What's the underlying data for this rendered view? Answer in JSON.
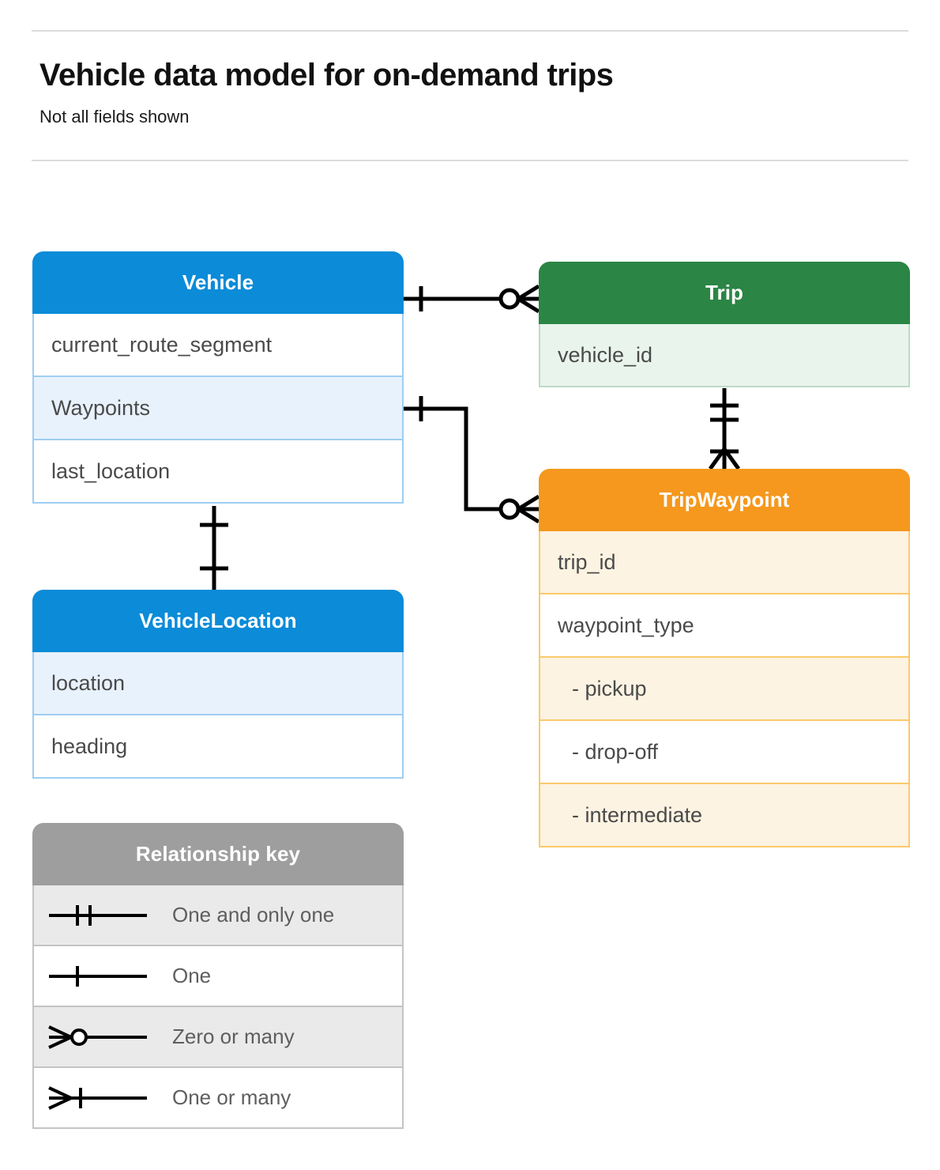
{
  "header": {
    "title": "Vehicle data model for on-demand trips",
    "subtitle": "Not all fields shown"
  },
  "colors": {
    "vehicle": "#0b8bd8",
    "trip": "#2b8545",
    "tripwaypoint": "#f5981d",
    "legend": "#9e9e9e",
    "connector": "#000000",
    "divider": "#dcdcdc"
  },
  "entities": {
    "vehicle": {
      "name": "Vehicle",
      "fields": [
        "current_route_segment",
        "Waypoints",
        "last_location"
      ]
    },
    "trip": {
      "name": "Trip",
      "fields": [
        "vehicle_id"
      ]
    },
    "tripwaypoint": {
      "name": "TripWaypoint",
      "fields": [
        "trip_id",
        "waypoint_type",
        "-  pickup",
        "-  drop-off",
        "-  intermediate"
      ]
    },
    "vehiclelocation": {
      "name": "VehicleLocation",
      "fields": [
        "location",
        "heading"
      ]
    }
  },
  "legend": {
    "title": "Relationship key",
    "items": [
      {
        "symbol": "one-and-only-one",
        "label": "One and only one"
      },
      {
        "symbol": "one",
        "label": "One"
      },
      {
        "symbol": "zero-or-many",
        "label": "Zero or many"
      },
      {
        "symbol": "one-or-many",
        "label": "One or many"
      }
    ]
  },
  "relationships": [
    {
      "from": "Vehicle",
      "to": "Trip",
      "from_cardinality": "one",
      "to_cardinality": "zero-or-many"
    },
    {
      "from": "Vehicle.Waypoints",
      "to": "TripWaypoint",
      "from_cardinality": "one",
      "to_cardinality": "zero-or-many"
    },
    {
      "from": "Trip",
      "to": "TripWaypoint",
      "from_cardinality": "one-and-only-one",
      "to_cardinality": "one-or-many"
    },
    {
      "from": "Vehicle",
      "to": "VehicleLocation",
      "from_cardinality": "one",
      "to_cardinality": "one"
    }
  ]
}
